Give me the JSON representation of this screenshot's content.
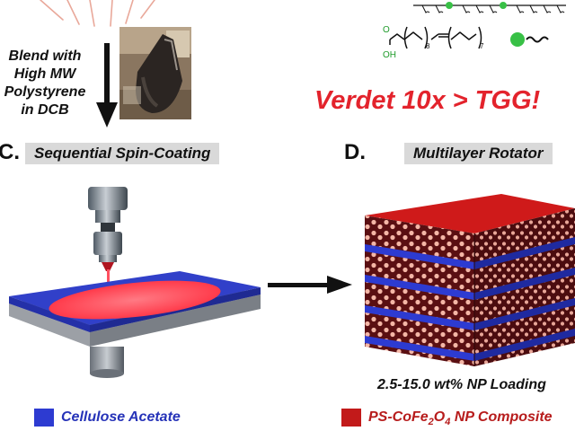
{
  "top_left": {
    "step_line1": "Blend with",
    "step_line2": "High MW",
    "step_line3": "Polystyrene",
    "step_line4": "in DCB"
  },
  "ligand": {
    "count_a": "8",
    "count_b": "7",
    "carboxyl_o": "O",
    "carboxyl_oh": "OH"
  },
  "headline": "Verdet 10x > TGG!",
  "section_c": {
    "letter": "C.",
    "title": "Sequential Spin-Coating"
  },
  "section_d": {
    "letter": "D.",
    "title": "Multilayer Rotator"
  },
  "loading_label": "2.5-15.0 wt% NP Loading",
  "legend": [
    {
      "label": "Cellulose Acetate",
      "color": "#2d3bd1",
      "text_color": "#2633b8"
    },
    {
      "label_main": "PS-CoFe",
      "label_sub1": "2",
      "label_mid": "O",
      "label_sub2": "4",
      "label_tail": " NP Composite",
      "color": "#c21a1a",
      "text_color": "#b71c1c"
    }
  ],
  "colors": {
    "red_accent": "#e3232c",
    "laser": "#ff3a4a",
    "blue_layer": "#2d3bd1",
    "composite_layer": "#5a0f12",
    "top_face": "#d01a1a",
    "nanoparticle": "#f4b6a6",
    "ligand_green": "#38c046"
  }
}
